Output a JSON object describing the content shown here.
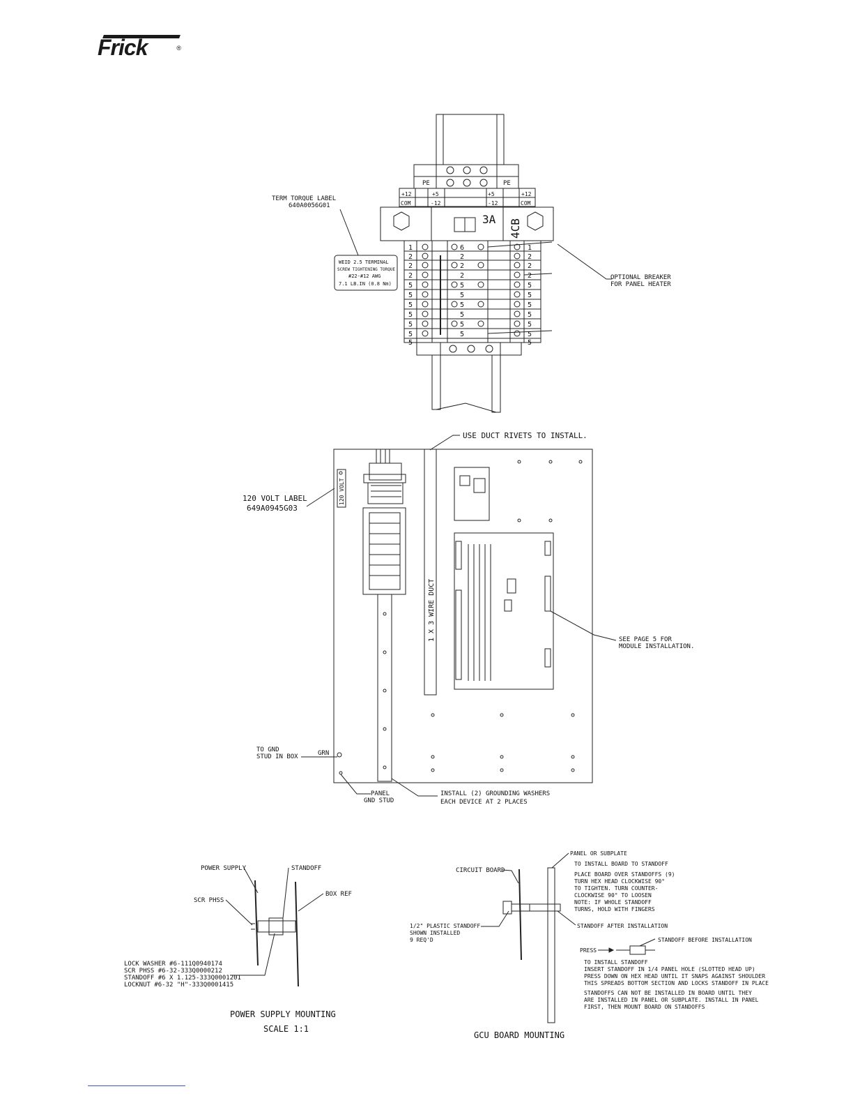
{
  "brand": {
    "logo_text": "Frick",
    "logo_mark": "®"
  },
  "terminal_view": {
    "top_strip": {
      "pe_left": "PE",
      "pe_right": "PE"
    },
    "power_strip": {
      "row1": [
        "+12",
        "+5",
        "+5",
        "+12"
      ],
      "row2": [
        "COM",
        "-12",
        "-12",
        "COM"
      ]
    },
    "breaker_rating": "3A",
    "breaker_id": "4CB",
    "terminal_numbers_left": [
      "1",
      "2",
      "2",
      "2",
      "5",
      "5",
      "5",
      "5",
      "5",
      "5",
      "5"
    ],
    "terminal_numbers_mid": [
      "6",
      "2",
      "2",
      "2",
      "5",
      "5",
      "5",
      "5",
      "5",
      "5"
    ],
    "terminal_numbers_right": [
      "1",
      "2",
      "2",
      "2",
      "5",
      "5",
      "5",
      "5",
      "5",
      "5",
      "5"
    ],
    "label_term_torque": [
      "TERM TORQUE LABEL",
      "640A0056G01"
    ],
    "torque_box": [
      "WEID 2.5 TERMINAL",
      "SCREW TIGHTENING TORQUE",
      "#22-#12 AWG",
      "7.1 LB.IN (0.8 Nm)"
    ],
    "label_optional_breaker": [
      "OPTIONAL BREAKER",
      "FOR PANEL HEATER"
    ]
  },
  "panel_view": {
    "label_duct_rivets": "USE DUCT RIVETS TO INSTALL.",
    "label_120_volt": [
      "120 VOLT LABEL",
      "649A0945G03"
    ],
    "volt_tag": "120 VOLT",
    "wire_duct": "1 X 3 WIRE DUCT",
    "label_module": [
      "SEE PAGE 5 FOR",
      "MODULE INSTALLATION."
    ],
    "label_gnd": [
      "TO GND",
      "STUD IN BOX"
    ],
    "grn": "GRN",
    "label_panel_gnd": [
      "PANEL",
      "GND STUD"
    ],
    "label_ground_washers": [
      "INSTALL (2) GROUNDING WASHERS",
      "EACH DEVICE AT 2 PLACES"
    ]
  },
  "power_supply_mounting": {
    "power_supply": "POWER SUPPLY",
    "standoff": "STANDOFF",
    "scr_phss": "SCR PHSS",
    "box_ref": "BOX REF",
    "parts": [
      "LOCK WASHER #6-111Q0940174",
      "SCR PHSS #6-32-333Q0000212",
      "STANDOFF #6 X 1.125-333Q0001201",
      "LOCKNUT #6-32 \"H\"-333Q0001415"
    ],
    "title": "POWER SUPPLY MOUNTING",
    "scale": "SCALE 1:1"
  },
  "gcu_board_mounting": {
    "panel_or_subplate": "PANEL OR SUBPLATE",
    "circuit_board": "CIRCUIT BOARD",
    "install_notes": [
      "TO INSTALL BOARD TO STANDOFF",
      "PLACE BOARD OVER STANDOFFS (9)",
      "TURN HEX HEAD CLOCKWISE 90°",
      "TO TIGHTEN. TURN COUNTER-",
      "CLOCKWISE 90° TO LOOSEN",
      "NOTE: IF WHOLE STANDOFF",
      "TURNS, HOLD WITH FINGERS"
    ],
    "plastic_standoff": [
      "1/2\" PLASTIC STANDOFF",
      "SHOWN INSTALLED",
      "9 REQ'D"
    ],
    "after_install": "STANDOFF AFTER INSTALLATION",
    "before_install": "STANDOFF BEFORE INSTALLATION",
    "press": "PRESS",
    "standoff_notes": [
      "TO INSTALL STANDOFF",
      "INSERT STANDOFF IN 1/4 PANEL HOLE (SLOTTED HEAD UP)",
      "PRESS DOWN ON HEX HEAD UNTIL IT SNAPS AGAINST SHOULDER",
      "THIS SPREADS BOTTOM SECTION AND LOCKS STANDOFF IN PLACE"
    ],
    "warning_notes": [
      "STANDOFFS CAN NOT BE INSTALLED IN BOARD UNTIL THEY",
      "ARE INSTALLED IN PANEL OR SUBPLATE. INSTALL IN PANEL",
      "FIRST, THEN MOUNT BOARD ON STANDOFFS"
    ],
    "title": "GCU BOARD MOUNTING"
  }
}
